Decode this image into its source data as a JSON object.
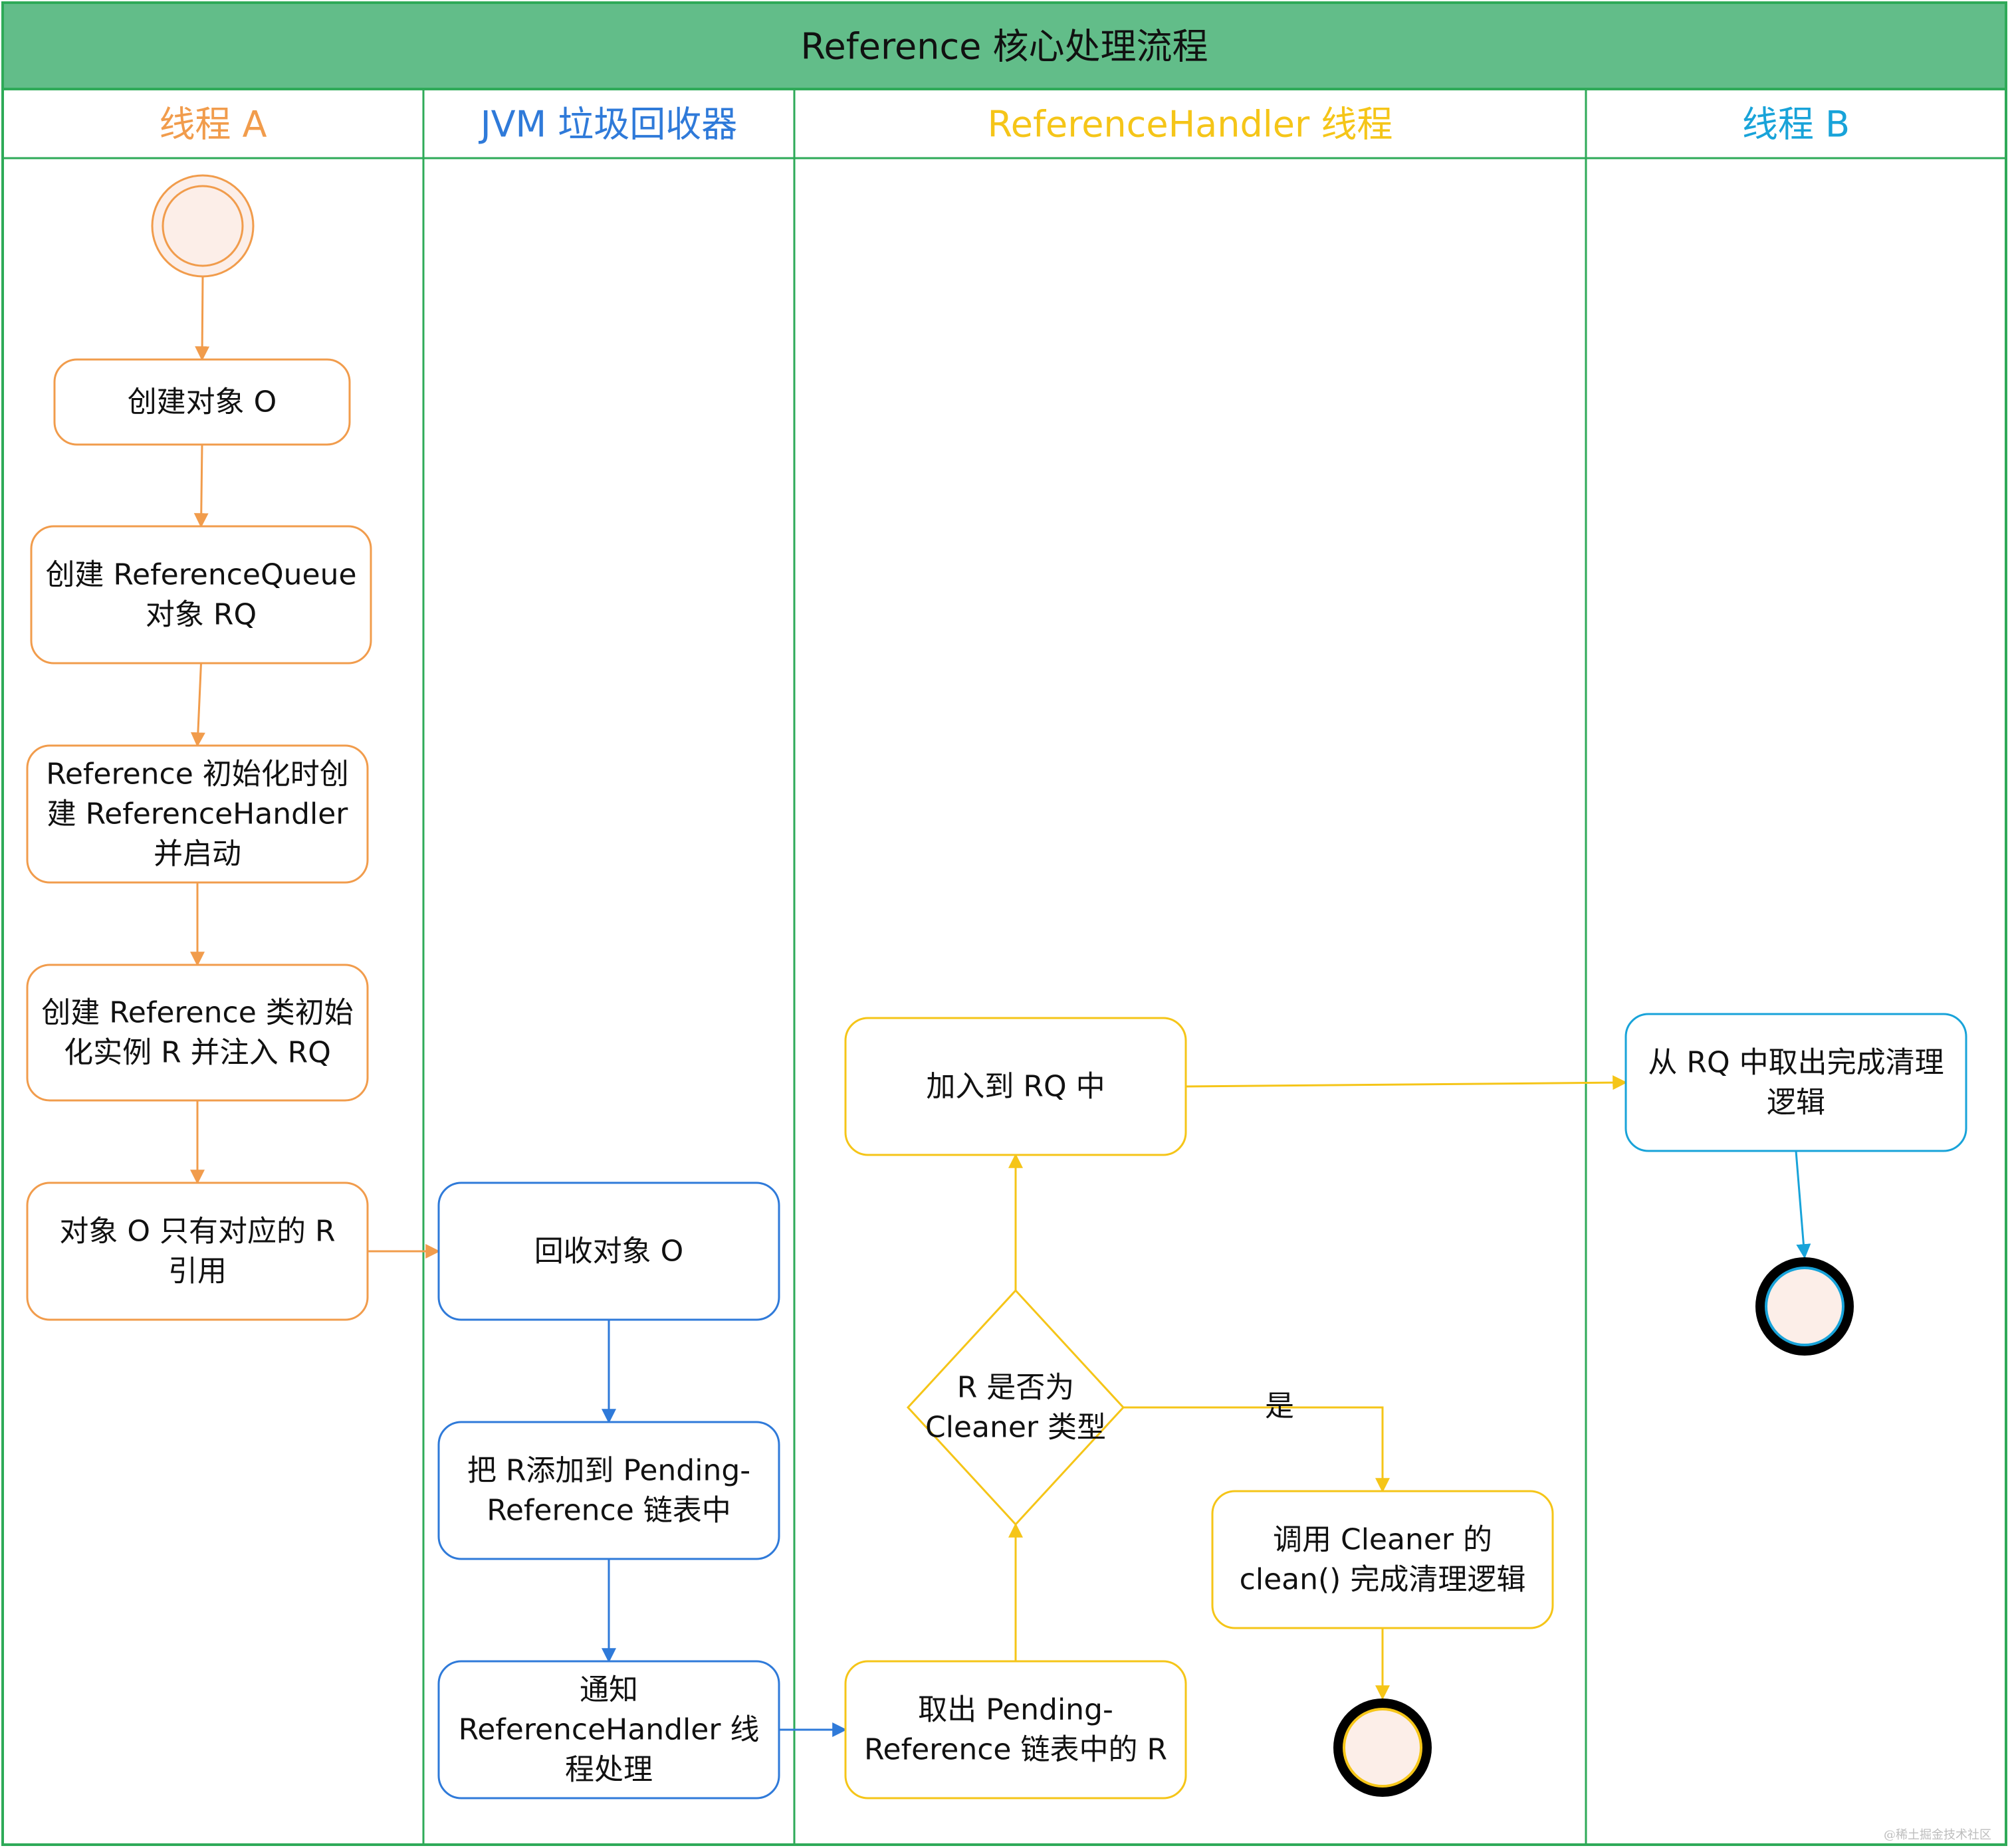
{
  "title": "Reference 核心处理流程",
  "lanes": [
    {
      "id": "lane-a",
      "label": "线程 A",
      "color": "#f19c4c"
    },
    {
      "id": "lane-jvm",
      "label": "JVM 垃圾回收器",
      "color": "#2f7ad9"
    },
    {
      "id": "lane-handler",
      "label": "ReferenceHandler 线程",
      "color": "#f5c518"
    },
    {
      "id": "lane-b",
      "label": "线程 B",
      "color": "#18a3d9"
    }
  ],
  "colors": {
    "header_bg": "#62bd89",
    "border": "#2eaa58",
    "orange": "#f19c4c",
    "blue": "#2f7ad9",
    "yellow": "#f5c518",
    "cyan": "#18a3d9",
    "node_fill": "#fceee8",
    "text": "#111111"
  },
  "nodes": [
    {
      "id": "start",
      "kind": "start",
      "lane": "lane-a"
    },
    {
      "id": "create-o",
      "kind": "task",
      "lane": "lane-a",
      "lines": [
        "创建对象 O"
      ]
    },
    {
      "id": "create-rq",
      "kind": "task",
      "lane": "lane-a",
      "lines": [
        "创建 ReferenceQueue",
        "对象 RQ"
      ]
    },
    {
      "id": "init-handler",
      "kind": "task",
      "lane": "lane-a",
      "lines": [
        "Reference 初始化时创",
        "建 ReferenceHandler",
        "并启动"
      ]
    },
    {
      "id": "create-r",
      "kind": "task",
      "lane": "lane-a",
      "lines": [
        "创建 Reference 类初始",
        "化实例 R 并注入 RQ"
      ]
    },
    {
      "id": "only-r",
      "kind": "task",
      "lane": "lane-a",
      "lines": [
        "对象 O 只有对应的 R",
        "引用"
      ]
    },
    {
      "id": "gc-o",
      "kind": "task",
      "lane": "lane-jvm",
      "lines": [
        "回收对象 O"
      ]
    },
    {
      "id": "add-pending",
      "kind": "task",
      "lane": "lane-jvm",
      "lines": [
        "把  R添加到 Pending-",
        "Reference 链表中"
      ]
    },
    {
      "id": "notify",
      "kind": "task",
      "lane": "lane-jvm",
      "lines": [
        "通知",
        "ReferenceHandler 线",
        "程处理"
      ]
    },
    {
      "id": "take-r",
      "kind": "task",
      "lane": "lane-handler",
      "lines": [
        "取出 Pending-",
        "Reference 链表中的 R"
      ]
    },
    {
      "id": "is-cleaner",
      "kind": "decision",
      "lane": "lane-handler",
      "lines": [
        "R  是否为",
        "Cleaner 类型"
      ]
    },
    {
      "id": "enqueue",
      "kind": "task",
      "lane": "lane-handler",
      "lines": [
        "加入到 RQ 中"
      ]
    },
    {
      "id": "call-clean",
      "kind": "task",
      "lane": "lane-handler",
      "lines": [
        "调用 Cleaner 的",
        "clean() 完成清理逻辑"
      ]
    },
    {
      "id": "end-handler",
      "kind": "end",
      "lane": "lane-handler"
    },
    {
      "id": "poll-rq",
      "kind": "task",
      "lane": "lane-b",
      "lines": [
        "从 RQ 中取出完成清理",
        "逻辑"
      ]
    },
    {
      "id": "end-b",
      "kind": "end",
      "lane": "lane-b"
    }
  ],
  "edges": [
    {
      "from": "start",
      "to": "create-o"
    },
    {
      "from": "create-o",
      "to": "create-rq"
    },
    {
      "from": "create-rq",
      "to": "init-handler"
    },
    {
      "from": "init-handler",
      "to": "create-r"
    },
    {
      "from": "create-r",
      "to": "only-r"
    },
    {
      "from": "only-r",
      "to": "gc-o"
    },
    {
      "from": "gc-o",
      "to": "add-pending"
    },
    {
      "from": "add-pending",
      "to": "notify"
    },
    {
      "from": "notify",
      "to": "take-r"
    },
    {
      "from": "take-r",
      "to": "is-cleaner"
    },
    {
      "from": "is-cleaner",
      "to": "enqueue"
    },
    {
      "from": "is-cleaner",
      "to": "call-clean",
      "label": "是"
    },
    {
      "from": "call-clean",
      "to": "end-handler"
    },
    {
      "from": "enqueue",
      "to": "poll-rq"
    },
    {
      "from": "poll-rq",
      "to": "end-b"
    }
  ],
  "watermark": "@稀土掘金技术社区"
}
